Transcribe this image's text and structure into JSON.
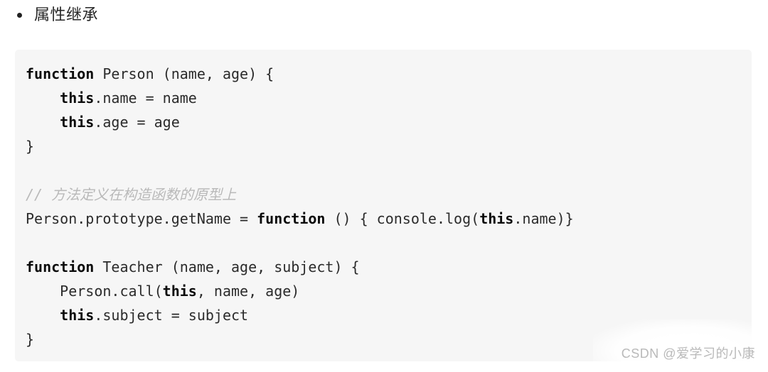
{
  "bullet_item": {
    "label": "属性继承"
  },
  "code_block": {
    "background": "#f6f6f6",
    "text_color": "#2b2b2b",
    "keyword_color": "#0a0a0a",
    "comment_color": "#b9b9b9",
    "lines": [
      {
        "segments": [
          {
            "text": "function",
            "style": "keyword"
          },
          {
            "text": " Person (name, age) {",
            "style": "plain"
          }
        ]
      },
      {
        "segments": [
          {
            "text": "    ",
            "style": "plain"
          },
          {
            "text": "this",
            "style": "keyword"
          },
          {
            "text": ".name = name",
            "style": "plain"
          }
        ]
      },
      {
        "segments": [
          {
            "text": "    ",
            "style": "plain"
          },
          {
            "text": "this",
            "style": "keyword"
          },
          {
            "text": ".age = age",
            "style": "plain"
          }
        ]
      },
      {
        "segments": [
          {
            "text": "}",
            "style": "plain"
          }
        ]
      },
      {
        "segments": []
      },
      {
        "segments": [
          {
            "text": "// 方法定义在构造函数的原型上",
            "style": "comment"
          }
        ]
      },
      {
        "segments": [
          {
            "text": "Person.prototype.getName = ",
            "style": "plain"
          },
          {
            "text": "function",
            "style": "keyword"
          },
          {
            "text": " () { console.log(",
            "style": "plain"
          },
          {
            "text": "this",
            "style": "keyword"
          },
          {
            "text": ".name)}",
            "style": "plain"
          }
        ]
      },
      {
        "segments": []
      },
      {
        "segments": [
          {
            "text": "function",
            "style": "keyword"
          },
          {
            "text": " Teacher (name, age, subject) {",
            "style": "plain"
          }
        ]
      },
      {
        "segments": [
          {
            "text": "    Person.call(",
            "style": "plain"
          },
          {
            "text": "this",
            "style": "keyword"
          },
          {
            "text": ", name, age)",
            "style": "plain"
          }
        ]
      },
      {
        "segments": [
          {
            "text": "    ",
            "style": "plain"
          },
          {
            "text": "this",
            "style": "keyword"
          },
          {
            "text": ".subject = subject",
            "style": "plain"
          }
        ]
      },
      {
        "segments": [
          {
            "text": "}",
            "style": "plain"
          }
        ]
      }
    ]
  },
  "watermark": {
    "text": "CSDN @爱学习的小康",
    "color": "#b9b9b9"
  }
}
